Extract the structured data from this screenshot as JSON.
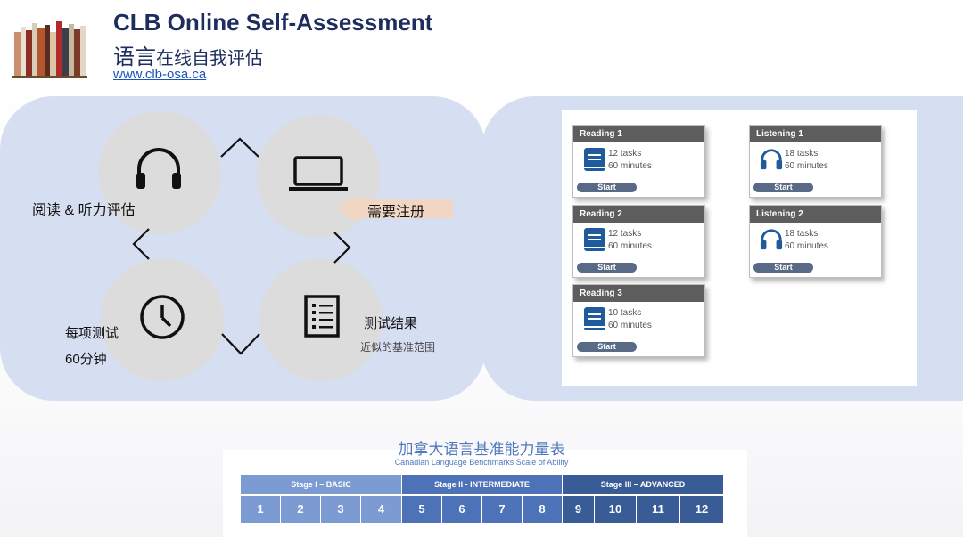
{
  "header": {
    "title_en": "CLB Online Self-Assessment",
    "title_zh_large": "语言",
    "title_zh_small": "在线自我评估",
    "url": "www.clb-osa.ca",
    "logo_icon": "books-icon"
  },
  "features": {
    "reading_listening": "阅读 & 听力评估",
    "registration": "需要注册",
    "per_test": "每项测试",
    "duration": "60分钟",
    "results": "测试结果",
    "results_sub": "近似的基准范围",
    "icons": [
      "headphones-icon",
      "laptop-icon",
      "clock-icon",
      "checklist-icon"
    ]
  },
  "tests": [
    {
      "title": "Reading 1",
      "tasks": "12 tasks",
      "minutes": "60 minutes",
      "start": "Start",
      "icon": "book-icon"
    },
    {
      "title": "Reading 2",
      "tasks": "12 tasks",
      "minutes": "60 minutes",
      "start": "Start",
      "icon": "book-icon"
    },
    {
      "title": "Reading 3",
      "tasks": "10 tasks",
      "minutes": "60 minutes",
      "start": "Start",
      "icon": "book-icon"
    },
    {
      "title": "Listening 1",
      "tasks": "18 tasks",
      "minutes": "60 minutes",
      "start": "Start",
      "icon": "headphones-icon"
    },
    {
      "title": "Listening 2",
      "tasks": "18 tasks",
      "minutes": "60 minutes",
      "start": "Start",
      "icon": "headphones-icon"
    }
  ],
  "scale": {
    "title_zh": "加拿大语言基准能力量表",
    "title_en": "Canadian Language Benchmarks Scale of Ability",
    "stages": [
      {
        "name": "Stage I – BASIC",
        "levels": [
          "1",
          "2",
          "3",
          "4"
        ],
        "color": "#7b9bd2"
      },
      {
        "name": "Stage II - INTERMEDIATE",
        "levels": [
          "5",
          "6",
          "7",
          "8"
        ],
        "color": "#4d72b8"
      },
      {
        "name": "Stage III – ADVANCED",
        "levels": [
          "9",
          "10",
          "11",
          "12"
        ],
        "color": "#3a5c96"
      }
    ]
  },
  "colors": {
    "panel_bg": "#d6def1",
    "title_navy": "#1c2d5e",
    "card_header": "#5d5d5d",
    "start_button": "#586a86",
    "book_blue": "#1e5a9c"
  }
}
